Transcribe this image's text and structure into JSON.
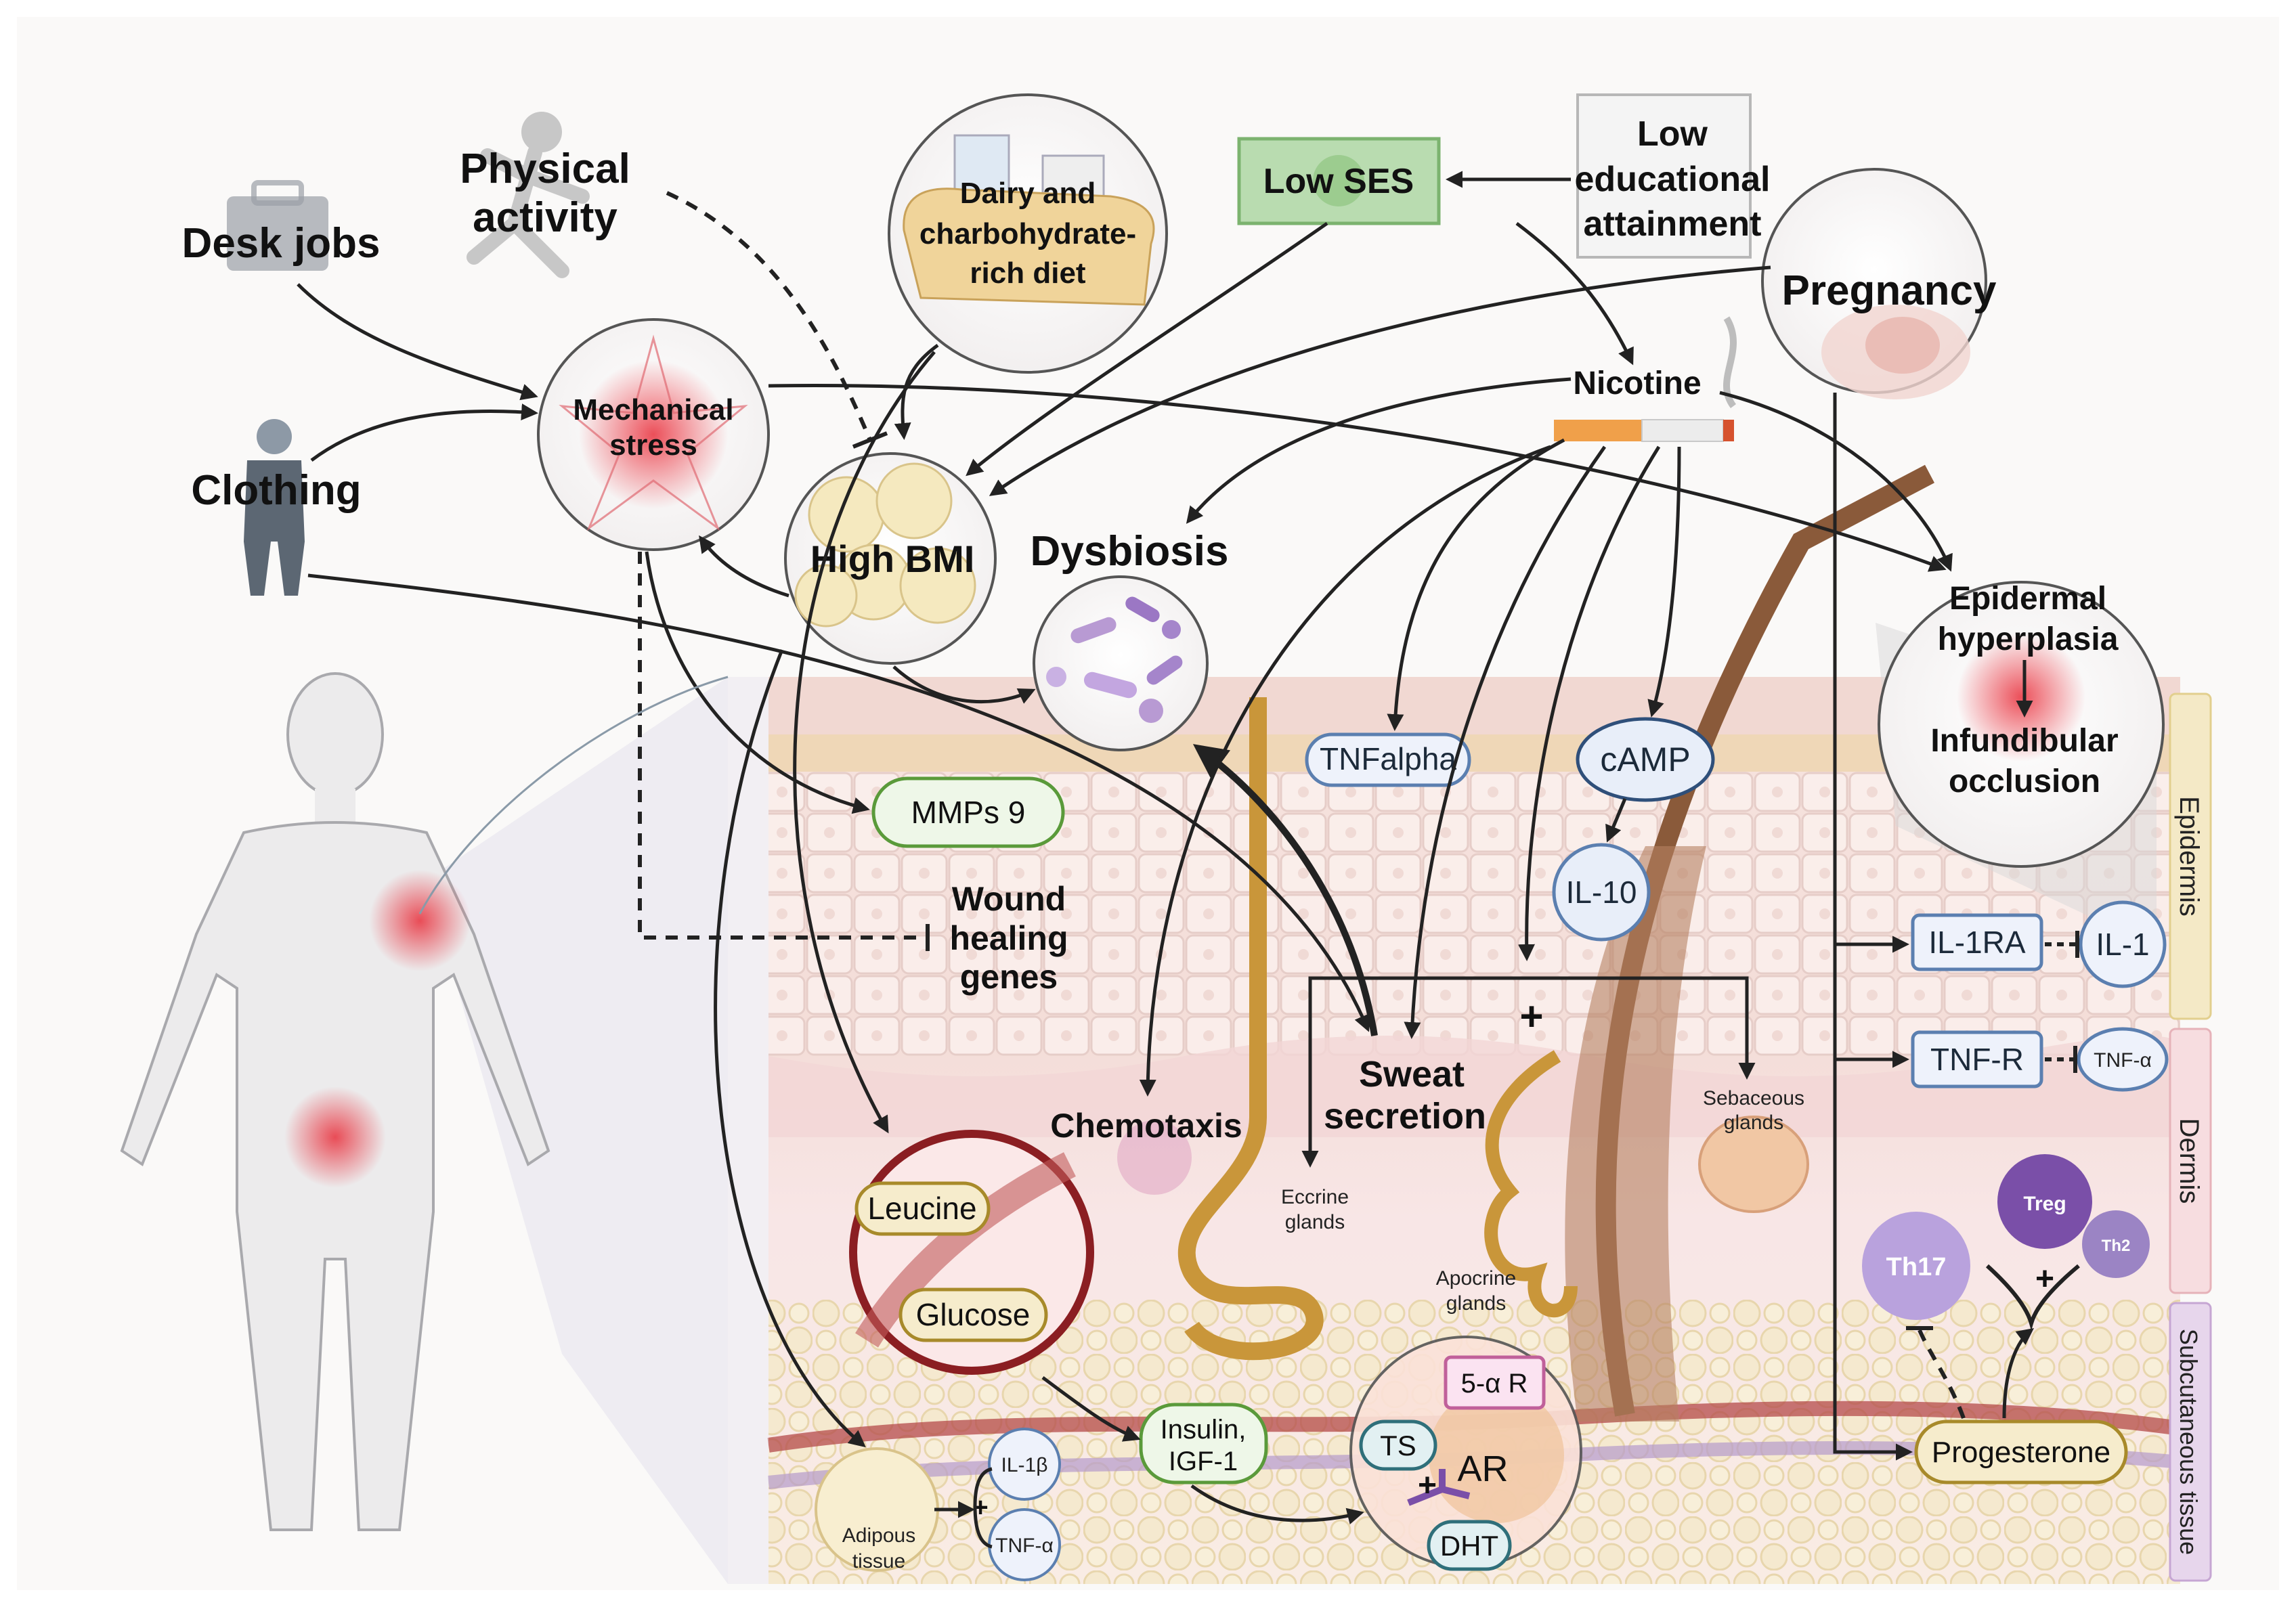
{
  "labels": {
    "desk_jobs": "Desk jobs",
    "physical_activity_1": "Physical",
    "physical_activity_2": "activity",
    "clothing": "Clothing",
    "mechanical_stress_1": "Mechanical",
    "mechanical_stress_2": "stress",
    "diet_1": "Dairy and",
    "diet_2": "charbohydrate-",
    "diet_3": "rich diet",
    "low_ses": "Low SES",
    "low_edu_1": "Low",
    "low_edu_2": "educational",
    "low_edu_3": "attainment",
    "pregnancy": "Pregnancy",
    "nicotine": "Nicotine",
    "high_bmi": "High BMI",
    "dysbiosis": "Dysbiosis",
    "epidermal_1": "Epidermal",
    "epidermal_2": "hyperplasia",
    "infundibular_1": "Infundibular",
    "infundibular_2": "occlusion",
    "tnfalpha": "TNFalpha",
    "camp": "cAMP",
    "il10": "IL-10",
    "mmps9": "MMPs 9",
    "wound_1": "Wound",
    "wound_2": "healing",
    "wound_3": "genes",
    "il1ra": "IL-1RA",
    "il1": "IL-1",
    "tnfr": "TNF-R",
    "tnfa_small": "TNF-α",
    "sweat_1": "Sweat",
    "sweat_2": "secretion",
    "chemotaxis": "Chemotaxis",
    "plus": "+",
    "eccrine_1": "Eccrine",
    "eccrine_2": "glands",
    "sebaceous_1": "Sebaceous",
    "sebaceous_2": "glands",
    "apocrine_1": "Apocrine",
    "apocrine_2": "glands",
    "leucine": "Leucine",
    "glucose": "Glucose",
    "insulin_1": "Insulin,",
    "insulin_2": "IGF-1",
    "il1b": "IL-1β",
    "tnfa_adipose": "TNF-α",
    "adipose_1": "Adipous",
    "adipose_2": "tissue",
    "five_alpha_r": "5-α R",
    "ts": "TS",
    "ar": "AR",
    "dht": "DHT",
    "progesterone": "Progesterone",
    "treg": "Treg",
    "th2": "Th2",
    "th17": "Th17",
    "layer_epidermis": "Epidermis",
    "layer_dermis": "Dermis",
    "layer_subcutaneous": "Subcutaneous tissue"
  },
  "colors": {
    "arrow": "#222222",
    "green_node": "#5a9a3a",
    "blue_node": "#5b7fb0",
    "teal_node": "#2f6f7a",
    "gold_node": "#a88a2a",
    "pink_node": "#c0609a",
    "epidermis_tab": "#f4e9c6",
    "dermis_tab": "#f7dde0",
    "subcutaneous_tab": "#e7d6ec"
  }
}
